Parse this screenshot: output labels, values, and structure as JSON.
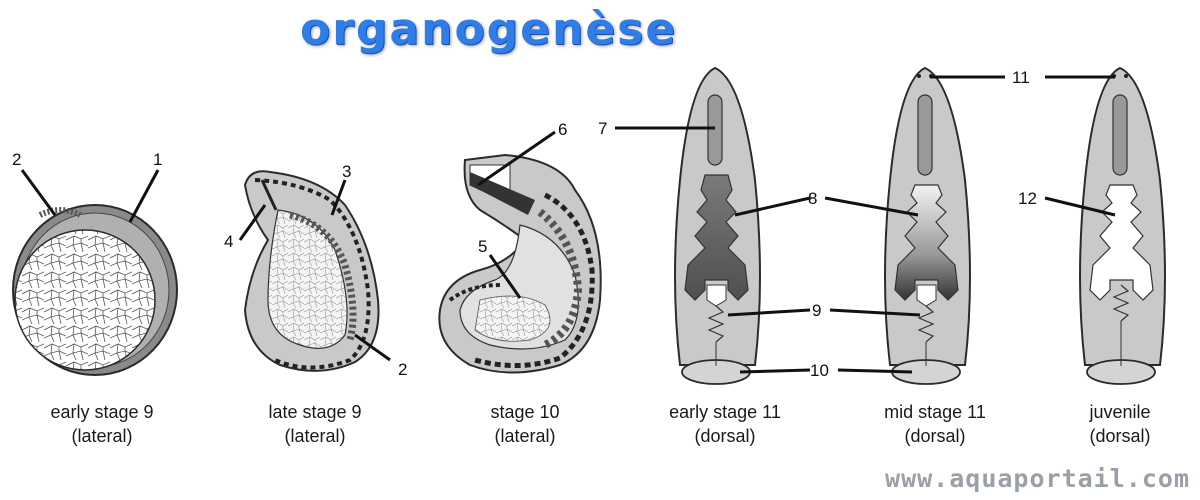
{
  "title": "organogenèse",
  "watermark": "www.aquaportail.com",
  "colors": {
    "title": "#2f7ee8",
    "body_gray": "#c9c9c9",
    "dark_gray": "#6d6d6d",
    "outline": "#2b2b2b"
  },
  "stages": [
    {
      "name": "early stage 9",
      "view": "(lateral)"
    },
    {
      "name": "late stage 9",
      "view": "(lateral)"
    },
    {
      "name": "stage 10",
      "view": "(lateral)"
    },
    {
      "name": "early stage 11",
      "view": "(dorsal)"
    },
    {
      "name": "mid stage 11",
      "view": "(dorsal)"
    },
    {
      "name": "juvenile",
      "view": "(dorsal)"
    }
  ],
  "labels": [
    "1",
    "2",
    "3",
    "4",
    "2",
    "5",
    "6",
    "7",
    "8",
    "9",
    "10",
    "11",
    "12"
  ]
}
